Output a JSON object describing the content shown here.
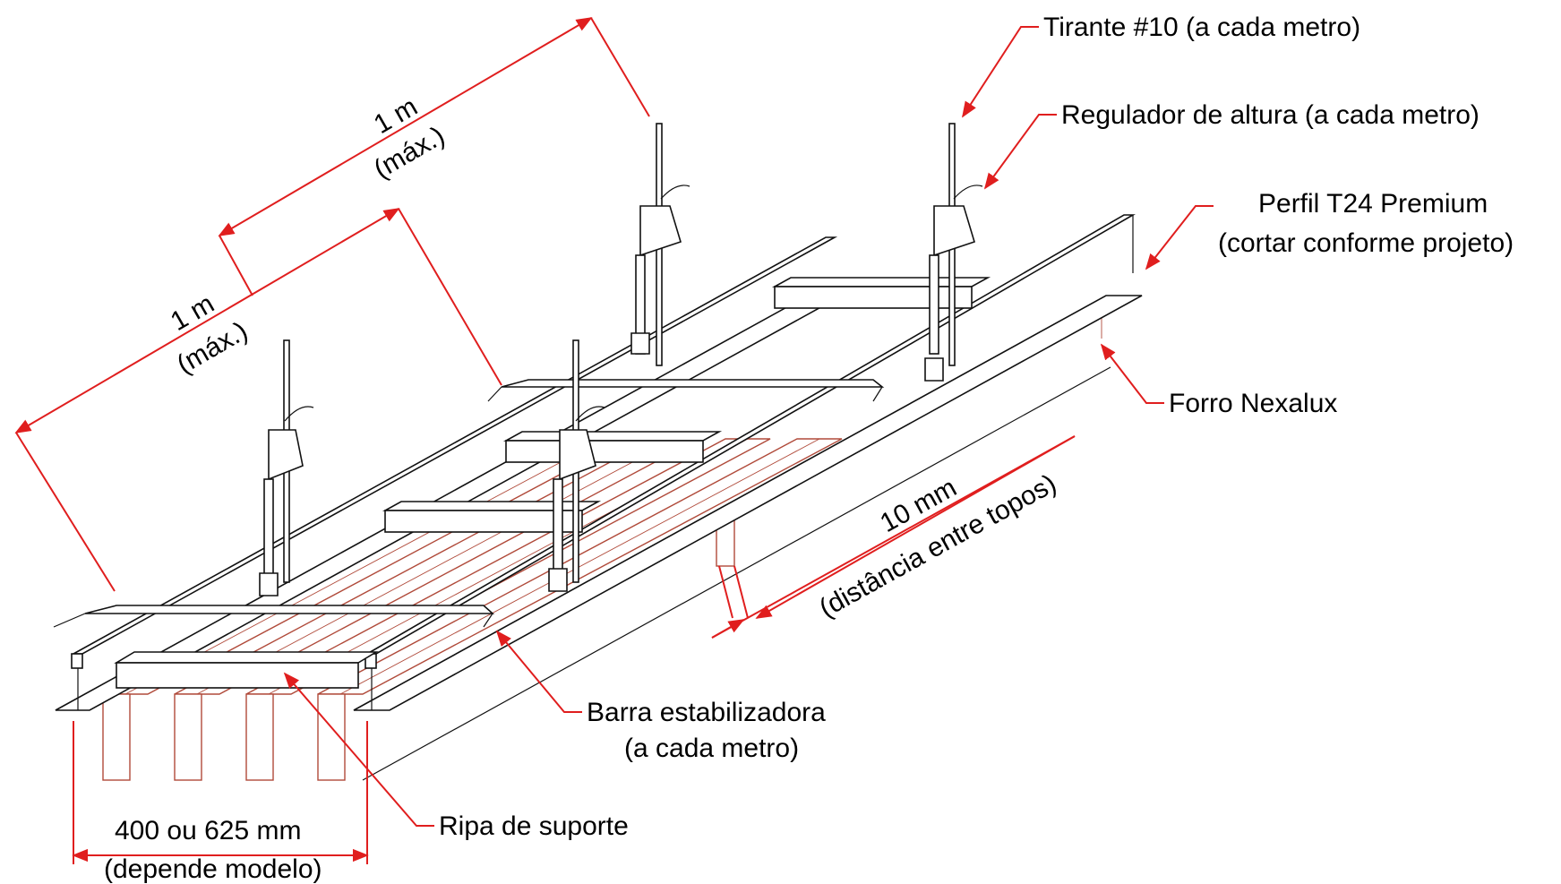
{
  "labels": {
    "tirante": "Tirante #10 (a cada metro)",
    "regulador": "Regulador de altura (a cada metro)",
    "perfil_1": "Perfil T24 Premium",
    "perfil_2": "(cortar conforme projeto)",
    "forro": "Forro Nexalux",
    "barra_1": "Barra estabilizadora",
    "barra_2": "(a cada metro)",
    "ripa": "Ripa de suporte"
  },
  "dimensions": {
    "spacing_top_1": "1 m",
    "spacing_top_2": "(máx.)",
    "spacing_left_1": "1 m",
    "spacing_left_2": "(máx.)",
    "gap_1": "10 mm",
    "gap_2": "(distância entre topos)",
    "width_1": "400 ou 625 mm",
    "width_2": "(depende modelo)"
  },
  "colors": {
    "dimension_lines": "#e01e1e",
    "wood_boards": "#b04a3a",
    "line_work": "#111111"
  }
}
